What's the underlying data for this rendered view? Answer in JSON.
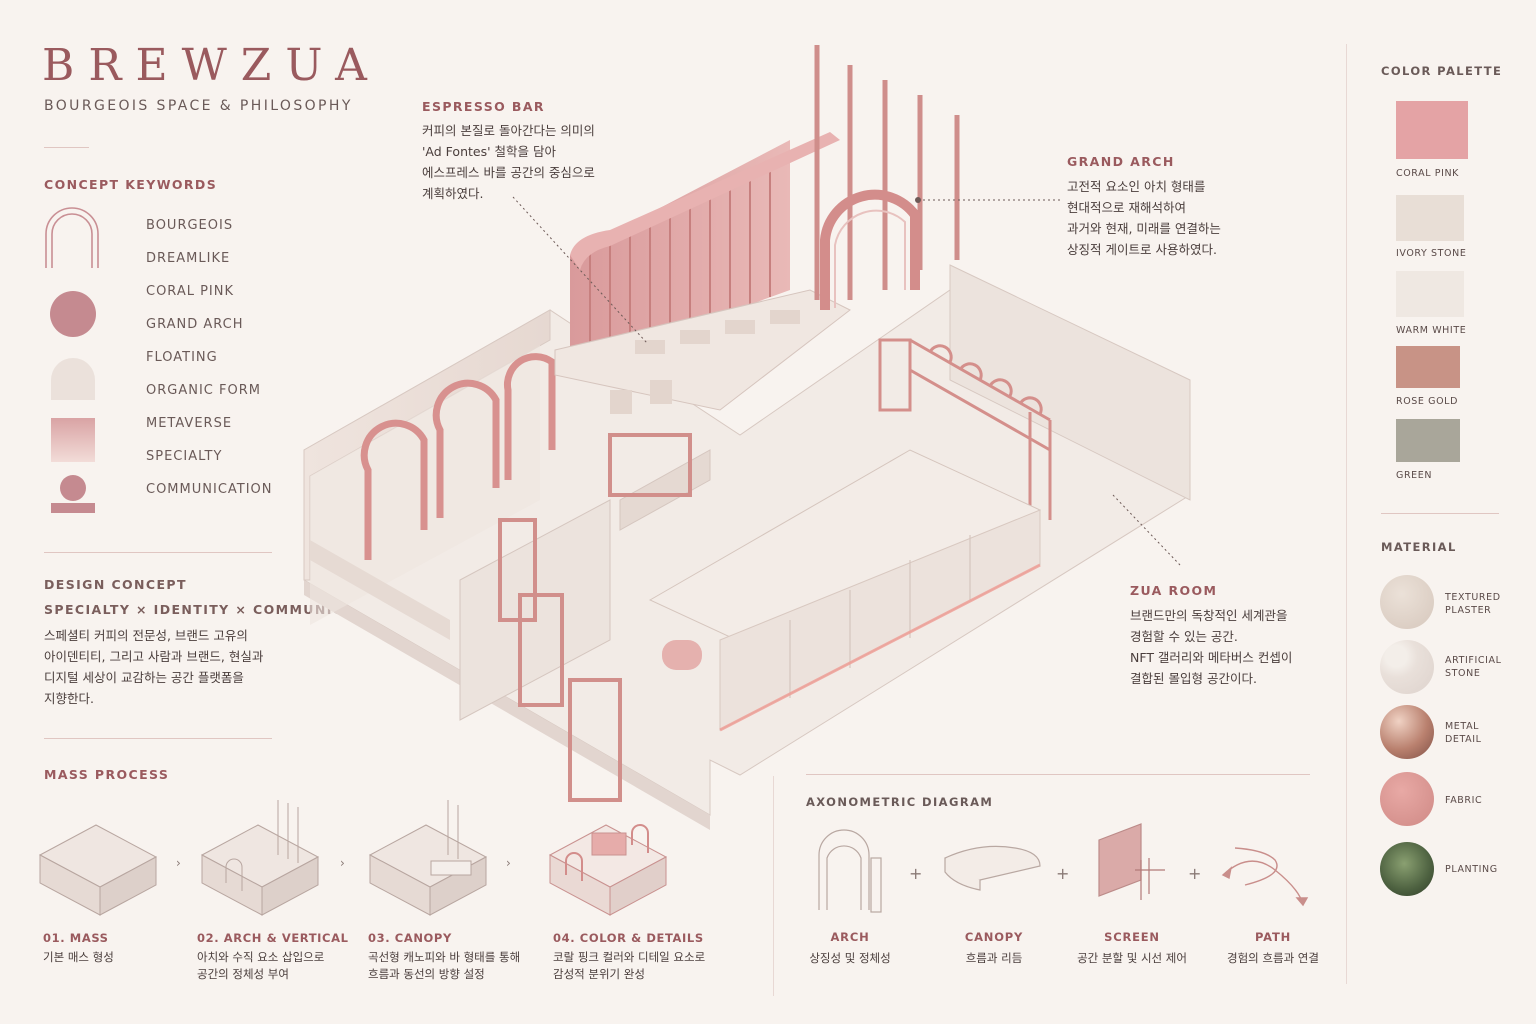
{
  "brand": {
    "title": "BREWZUA",
    "subtitle": "BOURGEOIS SPACE & PHILOSOPHY"
  },
  "keywords": {
    "heading": "CONCEPT KEYWORDS",
    "items": [
      "BOURGEOIS",
      "DREAMLIKE",
      "CORAL PINK",
      "GRAND ARCH",
      "FLOATING",
      "ORGANIC FORM",
      "METAVERSE",
      "SPECIALTY",
      "COMMUNICATION"
    ]
  },
  "design_concept": {
    "heading": "DESIGN CONCEPT",
    "subheading": "SPECIALTY × IDENTITY × COMMUNICATION",
    "lines": [
      "스페셜티 커피의 전문성, 브랜드 고유의",
      "아이덴티티, 그리고 사람과 브랜드, 현실과",
      "디지털 세상이 교감하는 공간 플랫폼을",
      "지향한다."
    ]
  },
  "annotations": {
    "espresso": {
      "title": "ESPRESSO BAR",
      "lines": [
        "커피의 본질로 돌아간다는 의미의",
        "'Ad Fontes' 철학을 담아",
        "에스프레스 바를 공간의 중심으로",
        "계획하였다."
      ]
    },
    "arch": {
      "title": "GRAND ARCH",
      "lines": [
        "고전적 요소인 아치 형태를",
        "현대적으로 재해석하여",
        "과거와 현재, 미래를 연결하는",
        "상징적 게이트로 사용하였다."
      ]
    },
    "zua": {
      "title": "ZUA ROOM",
      "lines": [
        "브랜드만의 독창적인 세계관을",
        "경험할 수 있는 공간.",
        "NFT 갤러리와 메타버스 컨셉이",
        "결합된 몰입형 공간이다."
      ]
    }
  },
  "mass_process": {
    "heading": "MASS PROCESS",
    "steps": [
      {
        "title": "01. MASS",
        "desc": [
          "기본 매스 형성"
        ]
      },
      {
        "title": "02. ARCH & VERTICAL",
        "desc": [
          "아치와 수직 요소 삽입으로",
          "공간의 정체성 부여"
        ]
      },
      {
        "title": "03. CANOPY",
        "desc": [
          "곡선형 캐노피와 바 형태를 통해",
          "흐름과 동선의 방향 설정"
        ]
      },
      {
        "title": "04. COLOR & DETAILS",
        "desc": [
          "코랄 핑크 컬러와 디테일 요소로",
          "감성적 분위기 완성"
        ]
      }
    ]
  },
  "axonometric": {
    "heading": "AXONOMETRIC DIAGRAM",
    "items": [
      {
        "title": "ARCH",
        "desc": "상징성 및 정체성"
      },
      {
        "title": "CANOPY",
        "desc": "흐름과 리듬"
      },
      {
        "title": "SCREEN",
        "desc": "공간 분할 및 시선 제어"
      },
      {
        "title": "PATH",
        "desc": "경험의 흐름과 연결"
      }
    ],
    "plus": "+"
  },
  "palette": {
    "heading": "COLOR PALETTE",
    "swatches": [
      {
        "name": "CORAL PINK",
        "color": "#e4a3a5"
      },
      {
        "name": "IVORY STONE",
        "color": "#e8ded6"
      },
      {
        "name": "WARM WHITE",
        "color": "#efe8e2"
      },
      {
        "name": "ROSE GOLD",
        "color": "#c89386"
      },
      {
        "name": "GREEN",
        "color": "#a9a69a"
      }
    ]
  },
  "material": {
    "heading": "MATERIAL",
    "items": [
      {
        "name": [
          "TEXTURED",
          "PLASTER"
        ],
        "icon": "plaster-texture"
      },
      {
        "name": [
          "ARTIFICIAL",
          "STONE"
        ],
        "icon": "terrazzo-texture"
      },
      {
        "name": [
          "METAL",
          "DETAIL"
        ],
        "icon": "metal-texture"
      },
      {
        "name": [
          "FABRIC"
        ],
        "icon": "fabric-texture"
      },
      {
        "name": [
          "PLANTING"
        ],
        "icon": "plant-texture"
      }
    ]
  }
}
